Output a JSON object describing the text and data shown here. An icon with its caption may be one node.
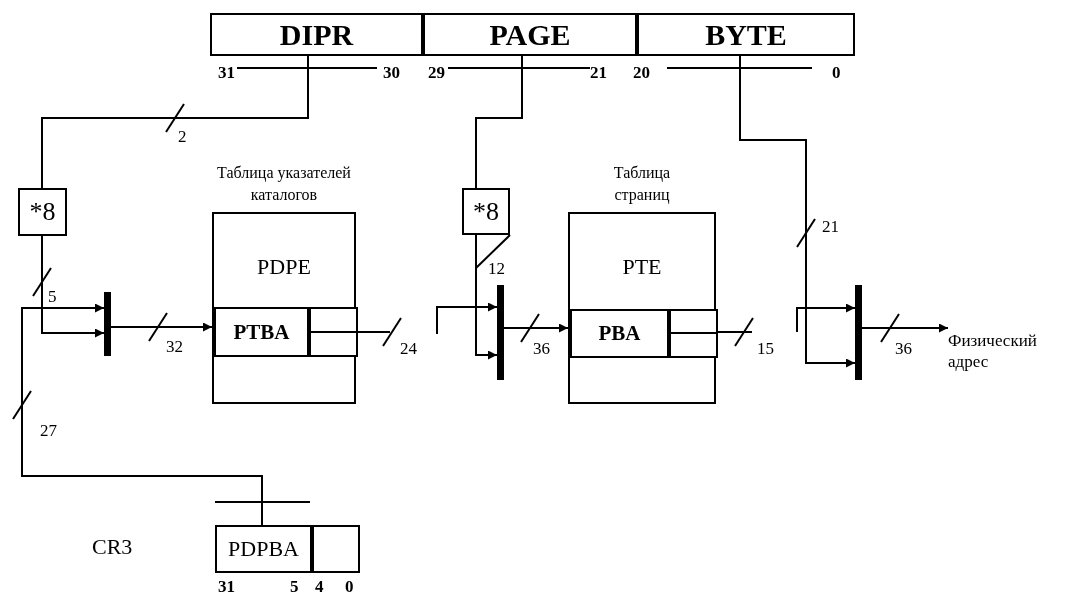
{
  "diagram": {
    "nodes": [
      {
        "text": [
          "DIPR"
        ],
        "beside": [
          "31",
          "30"
        ]
      },
      {
        "text": [
          "PAGE"
        ],
        "beside": [
          "29",
          "21"
        ]
      },
      {
        "text": [
          "BYTE"
        ],
        "beside": [
          "20",
          "0"
        ]
      },
      {
        "text": [
          "*8"
        ]
      },
      {
        "text": [],
        "shape": "bar"
      },
      {
        "text": [
          "Таблица указателей каталогов",
          "PDPE"
        ]
      },
      {
        "text": [
          "PTBA"
        ],
        "in": 5
      },
      {
        "text": [],
        "shape": "box",
        "in": 5
      },
      {
        "text": [
          "*8"
        ]
      },
      {
        "text": [],
        "shape": "bar"
      },
      {
        "text": [
          "Таблица страниц",
          "PTE"
        ]
      },
      {
        "text": [
          "PBA"
        ],
        "in": 10
      },
      {
        "text": [],
        "shape": "box",
        "in": 10
      },
      {
        "text": [],
        "shape": "bar"
      },
      {
        "text": [
          "Физический адрес"
        ]
      },
      {
        "text": [
          "PDPBA"
        ],
        "beside": [
          "CR3",
          "31",
          "5"
        ]
      },
      {
        "text": [],
        "shape": "box",
        "beside": [
          "4",
          "0"
        ]
      }
    ],
    "edges": [
      {
        "from": 0,
        "to": 3,
        "arrow": "none",
        "label": "2"
      },
      {
        "from": 3,
        "to": 4,
        "arrow": "to",
        "label": "5"
      },
      {
        "from": 15,
        "to": 4,
        "arrow": "to",
        "label": "27"
      },
      {
        "from": 4,
        "to": 6,
        "arrow": "to",
        "label": "32"
      },
      {
        "from": 7,
        "to": null,
        "arrow": "none",
        "label": "24"
      },
      {
        "from": null,
        "to": 9,
        "arrow": "to"
      },
      {
        "from": 1,
        "to": 8,
        "arrow": "none"
      },
      {
        "from": 8,
        "to": 9,
        "arrow": "to",
        "label": "12"
      },
      {
        "from": 9,
        "to": 11,
        "arrow": "to",
        "label": "36"
      },
      {
        "from": 12,
        "to": null,
        "arrow": "none",
        "label": "15"
      },
      {
        "from": null,
        "to": 13,
        "arrow": "to"
      },
      {
        "from": 2,
        "to": 13,
        "arrow": "to",
        "label": "21"
      },
      {
        "from": 13,
        "to": 14,
        "arrow": "to",
        "label": "36"
      }
    ]
  }
}
